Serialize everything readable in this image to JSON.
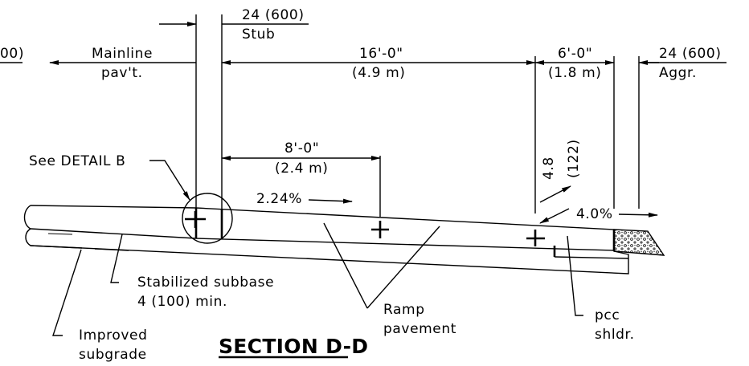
{
  "title": "SECTION D-D",
  "labels": {
    "left_cut": "00)",
    "stub_dim": "24 (600)",
    "stub": "Stub",
    "mainline_1": "Mainline",
    "mainline_2": "pav't.",
    "dim16_ft": "16'-0\"",
    "dim16_m": "(4.9 m)",
    "dim6_ft": "6'-0\"",
    "dim6_m": "(1.8 m)",
    "aggr_dim": "24 (600)",
    "aggr": "Aggr.",
    "detail": "See DETAIL B",
    "dim8_ft": "8'-0\"",
    "dim8_m": "(2.4 m)",
    "dim48_a": "4.8",
    "dim48_b": "(122)",
    "slope_ramp": "2.24%",
    "slope_shldr": "4.0%",
    "subbase_1": "Stabilized subbase",
    "subbase_2": "4 (100) min.",
    "subgrade_1": "Improved",
    "subgrade_2": "subgrade",
    "ramp_1": "Ramp",
    "ramp_2": "pavement",
    "pcc_1": "pcc",
    "pcc_2": "shldr."
  }
}
